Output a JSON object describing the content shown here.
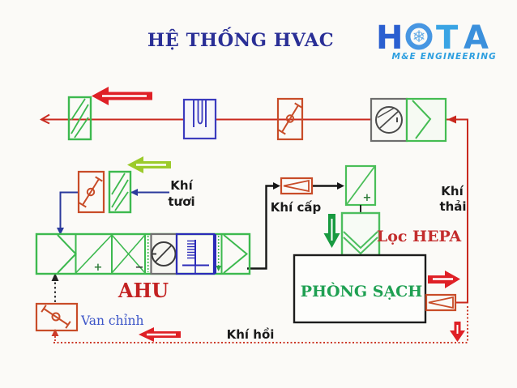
{
  "title": "HỆ THỐNG HVAC",
  "logo": {
    "letter_h": "H",
    "snowflake_icon": "❄",
    "letter_t": "T",
    "letter_a": "A",
    "tagline": "M&E ENGINEERING"
  },
  "labels": {
    "fresh_air_line1": "Khí",
    "fresh_air_line2": "tươi",
    "supply_air": "Khí cấp",
    "exhaust_air_line1": "Khí",
    "exhaust_air_line2": "thải",
    "hepa_filter": "Lọc HEPA",
    "ahu": "AHU",
    "clean_room": "PHÒNG SẠCH",
    "adjust_valve": "Van chỉnh",
    "return_air": "Khí hồi",
    "heater_plus": "+",
    "heating_coil_plus": "+",
    "cooling_coil_minus": "−"
  },
  "colors": {
    "background": "#FBFAF7",
    "title_blue": "#2A2F96",
    "logo_blue_dark": "#2A5FD0",
    "logo_blue_light": "#3AA4E4",
    "pipe_red": "#C9281E",
    "arrow_red": "#DF2026",
    "arrow_green": "#189A40",
    "arrow_yellow_green": "#9CCB2C",
    "damper_orange": "#C84C28",
    "equipment_green": "#3DB94F",
    "silencer_blue": "#3B3BBE",
    "fresh_air_blue": "#2B3A9C",
    "ahu_label_red": "#C32222",
    "hepa_label_red": "#C32C2C",
    "clean_room_green": "#1FA052",
    "valve_label_blue": "#3C55C8",
    "label_black": "#1A1A1A",
    "fan_gray": "#6E6E6E"
  }
}
